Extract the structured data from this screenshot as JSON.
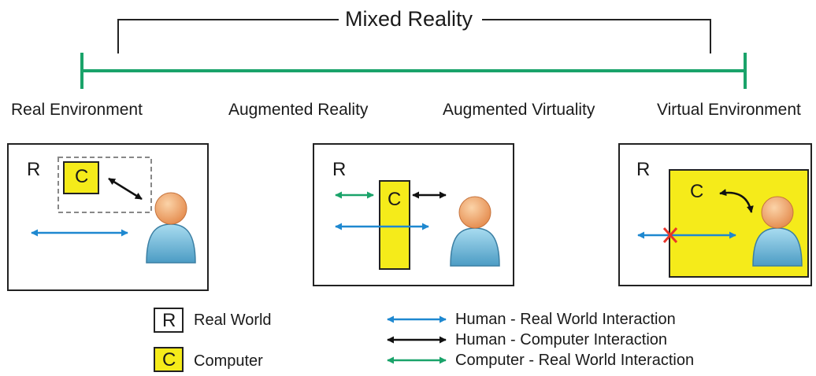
{
  "title": "Mixed Reality",
  "continuum": {
    "labels": [
      "Real Environment",
      "Augmented Reality",
      "Augmented Virtuality",
      "Virtual Environment"
    ]
  },
  "panels": [
    {
      "name": "real-environment-panel",
      "real_symbol": "R",
      "computer_symbol": "C"
    },
    {
      "name": "augmented-reality-panel",
      "real_symbol": "R",
      "computer_symbol": "C"
    },
    {
      "name": "virtual-environment-panel",
      "real_symbol": "R",
      "computer_symbol": "C"
    }
  ],
  "legend": {
    "symbols": [
      {
        "glyph": "R",
        "label": "Real World"
      },
      {
        "glyph": "C",
        "label": "Computer"
      }
    ],
    "arrows": [
      {
        "label": "Human - Real World Interaction",
        "color": "#1e88d0"
      },
      {
        "label": "Human - Computer Interaction",
        "color": "#111111"
      },
      {
        "label": "Computer - Real World Interaction",
        "color": "#1aa36a"
      }
    ]
  },
  "colors": {
    "continuum_line": "#1aa36a",
    "computer_fill": "#f5eb1a",
    "human_body": "#7ec2df",
    "human_head": "#f0a870",
    "blocked_marker": "#e8332a"
  }
}
